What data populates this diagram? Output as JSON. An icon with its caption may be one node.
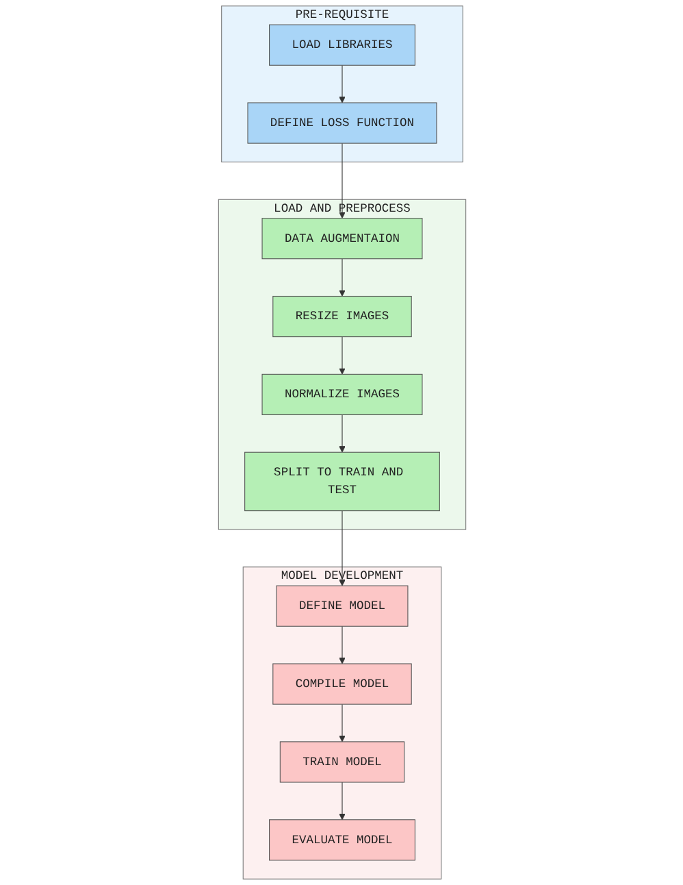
{
  "diagram": {
    "nodes": [
      {
        "text": [
          "PRE-REQUISITE"
        ]
      },
      {
        "text": [
          "LOAD LIBRARIES"
        ],
        "in": 0
      },
      {
        "text": [
          "DEFINE LOSS FUNCTION"
        ],
        "in": 0
      },
      {
        "text": [
          "LOAD AND PREPROCESS"
        ]
      },
      {
        "text": [
          "DATA AUGMENTAION"
        ],
        "in": 3
      },
      {
        "text": [
          "RESIZE IMAGES"
        ],
        "in": 3
      },
      {
        "text": [
          "NORMALIZE IMAGES"
        ],
        "in": 3
      },
      {
        "text": [
          "SPLIT TO TRAIN AND TEST"
        ],
        "in": 3
      },
      {
        "text": [
          "MODEL DEVELOPMENT"
        ]
      },
      {
        "text": [
          "DEFINE MODEL"
        ],
        "in": 8
      },
      {
        "text": [
          "COMPILE MODEL"
        ],
        "in": 8
      },
      {
        "text": [
          "TRAIN MODEL"
        ],
        "in": 8
      },
      {
        "text": [
          "EVALUATE MODEL"
        ],
        "in": 8
      }
    ],
    "edges": [
      {
        "from": 1,
        "to": 2,
        "arrow": "to"
      },
      {
        "from": 2,
        "to": 4,
        "arrow": "to"
      },
      {
        "from": 4,
        "to": 5,
        "arrow": "to"
      },
      {
        "from": 5,
        "to": 6,
        "arrow": "to"
      },
      {
        "from": 6,
        "to": 7,
        "arrow": "to"
      },
      {
        "from": 7,
        "to": 9,
        "arrow": "to"
      },
      {
        "from": 9,
        "to": 10,
        "arrow": "to"
      },
      {
        "from": 10,
        "to": 11,
        "arrow": "to"
      },
      {
        "from": 11,
        "to": 12,
        "arrow": "to"
      }
    ]
  }
}
